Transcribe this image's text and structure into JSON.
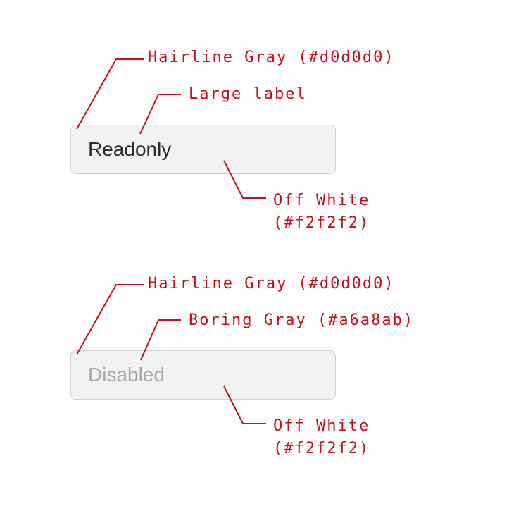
{
  "colors": {
    "annotation_red": "#cc0a1c",
    "hairline_gray": "#d0d0d0",
    "off_white": "#f2f2f2",
    "boring_gray": "#a6a8ab",
    "field_text_dark": "#2b2b2b",
    "canvas_background": "#ffffff"
  },
  "readonly_section": {
    "field_value": "Readonly",
    "annotations": {
      "border": "Hairline Gray (#d0d0d0)",
      "label": "Large label",
      "background_line1": "Off White",
      "background_line2": "(#f2f2f2)"
    }
  },
  "disabled_section": {
    "field_value": "Disabled",
    "annotations": {
      "border": "Hairline Gray (#d0d0d0)",
      "text_color": "Boring Gray (#a6a8ab)",
      "background_line1": "Off White",
      "background_line2": "(#f2f2f2)"
    }
  }
}
